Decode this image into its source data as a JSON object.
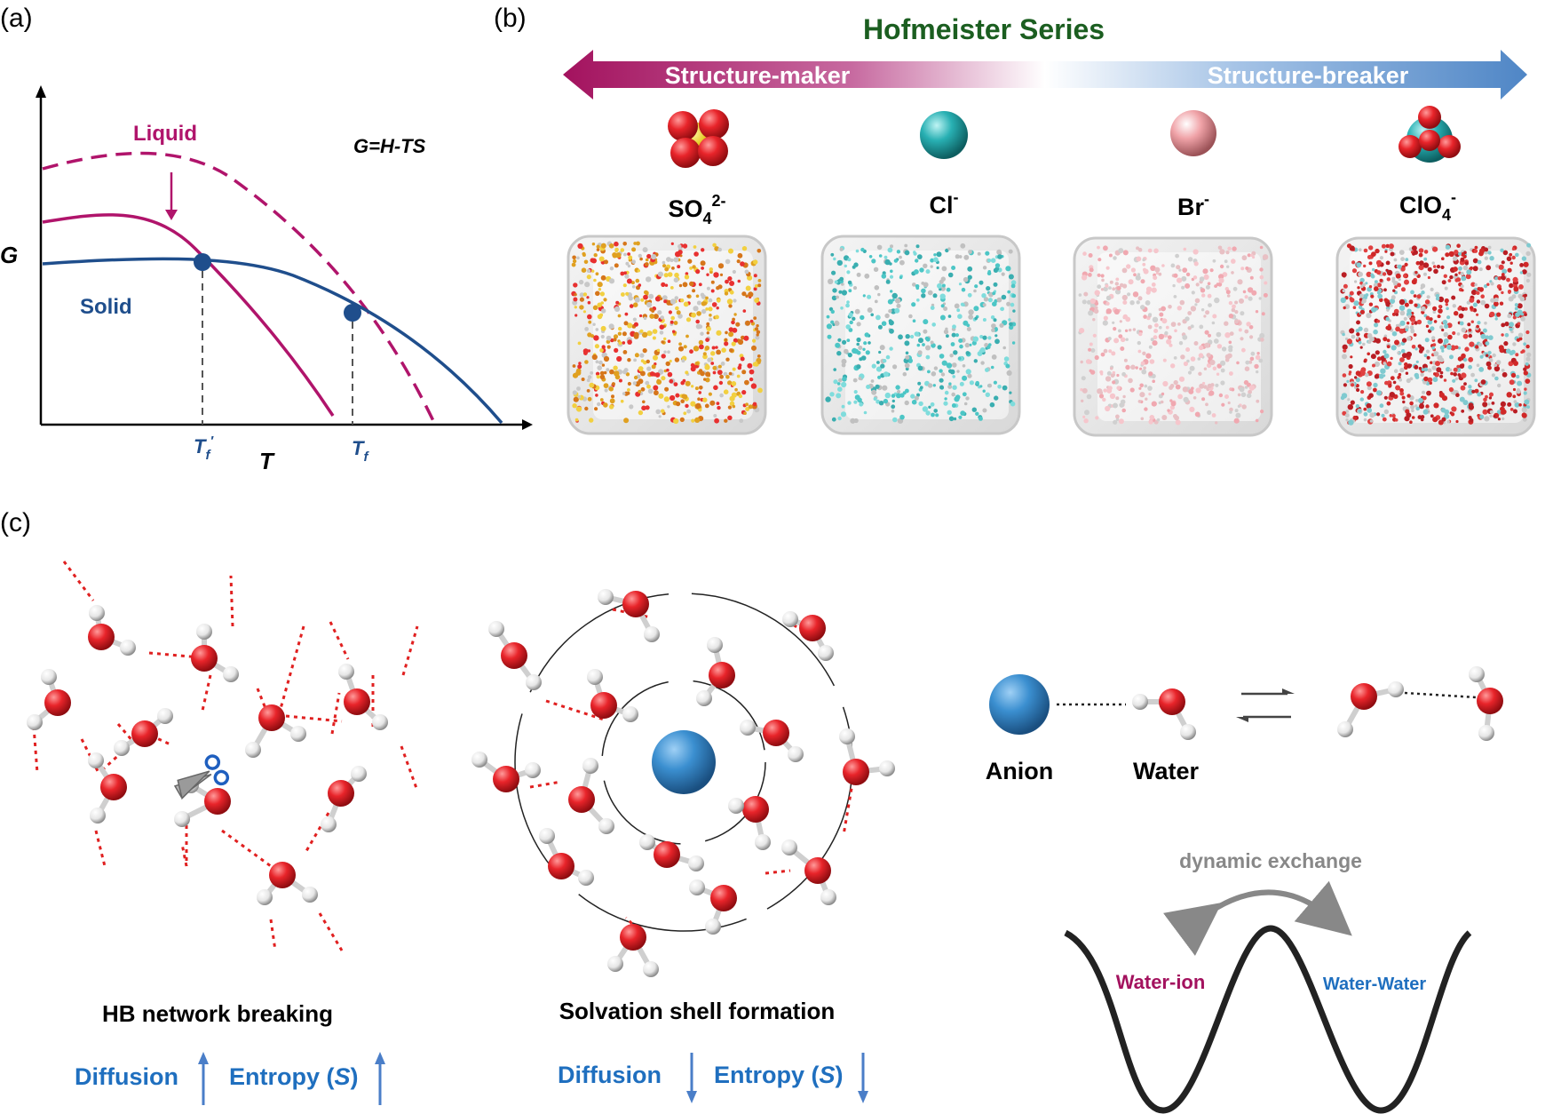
{
  "panel_a": {
    "label": "(a)",
    "y_axis": "G",
    "x_axis": "T",
    "equation": "G=H-TS",
    "liquid_label": "Liquid",
    "solid_label": "Solid",
    "tf_prime": "T",
    "tf_prime_sub": "f",
    "tf_prime_sup": "′",
    "tf": "T",
    "tf_sub": "f",
    "colors": {
      "liquid": "#b0146b",
      "solid": "#1f4e8c"
    }
  },
  "panel_b": {
    "label": "(b)",
    "title": "Hofmeister Series",
    "left_label": "Structure-maker",
    "right_label": "Structure-breaker",
    "ions": [
      {
        "base": "SO",
        "sub": "4",
        "sup": "2-"
      },
      {
        "base": "Cl",
        "sub": "",
        "sup": "-"
      },
      {
        "base": "Br",
        "sub": "",
        "sup": "-"
      },
      {
        "base": "ClO",
        "sub": "4",
        "sup": "-"
      }
    ],
    "colors": {
      "title": "#1b5e20",
      "maker": "#a3125e",
      "breaker": "#4f86c6"
    }
  },
  "panel_c": {
    "label": "(c)",
    "network_caption": "HB network breaking",
    "shell_caption": "Solvation shell formation",
    "diffusion_label": "Diffusion",
    "entropy_label": "Entropy (",
    "entropy_symbol": "S",
    "entropy_close": ")",
    "anion_label": "Anion",
    "water_label": "Water",
    "dynamic_label": "dynamic exchange",
    "well_left": "Water-ion",
    "well_right": "Water-Water",
    "colors": {
      "accent": "#1f6fbf",
      "well_left": "#a3125e",
      "well_right": "#1f6fbf"
    }
  }
}
